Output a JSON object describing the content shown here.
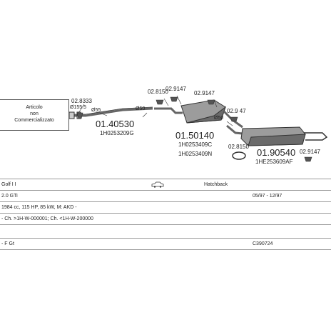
{
  "info_box": {
    "line1": "Articolo",
    "line2": "non",
    "line3": "Commercializzato"
  },
  "parts": {
    "clamp_left": "02.8333",
    "dim_155": "Ø155.5",
    "dim_55": "Ø55",
    "dim_50": "Ø50",
    "front_pipe_no": "01.40530",
    "front_pipe_oem": "1H0253209G",
    "mount_1": "02.8150",
    "mount_2": "02.9147",
    "mount_3": "02.9147",
    "middle_no": "01.50140",
    "middle_oem_1": "1H0253409C",
    "middle_oem_2": "1H0253409N",
    "dim_50b": "Ø50",
    "mount_4": "02.9 47",
    "mount_5": "02.8150",
    "rear_no": "01.90540",
    "rear_oem": "1HE253609AF",
    "mount_6": "02.9147"
  },
  "vehicle": {
    "model": "Golf I I",
    "body": "Hatchback",
    "engine": "2.0 GTi",
    "years": "05/97 - 12/97",
    "spec": "1984 cc, 115 HP, 85 kW, M: AKD -",
    "chassis": "- Ch. >1H-W-000001; Ch. <1H-W-200000",
    "fit_label": "- F Gt",
    "code": "C390724"
  },
  "colors": {
    "line": "#333333",
    "part_fill": "#9c9c9c",
    "part_dark": "#6b6b6b"
  }
}
